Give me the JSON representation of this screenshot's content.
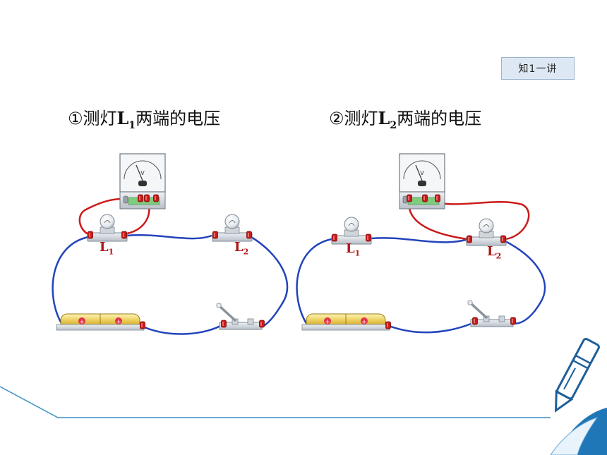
{
  "tag": {
    "text": "知1一讲"
  },
  "captions": [
    {
      "prefix": "①测灯",
      "letter": "L",
      "sub": "1",
      "suffix": "两端的电压"
    },
    {
      "prefix": "②测灯",
      "letter": "L",
      "sub": "2",
      "suffix": "两端的电压"
    }
  ],
  "bulb_labels": [
    {
      "letter": "L",
      "sub": "1"
    },
    {
      "letter": "L",
      "sub": "2"
    },
    {
      "letter": "L",
      "sub": "1"
    },
    {
      "letter": "L",
      "sub": "2"
    }
  ],
  "voltmeter": {
    "unit": "V"
  },
  "battery": {
    "sign": "+"
  },
  "colors": {
    "circuit_wire": "#2244bb",
    "meter_wire": "#cc1a1a",
    "label": "#b01818",
    "decor_line": "#3a8fc8"
  }
}
